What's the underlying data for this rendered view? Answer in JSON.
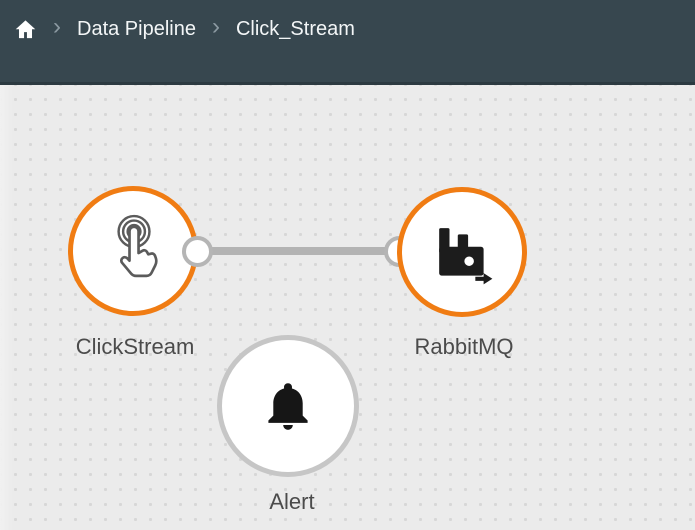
{
  "header": {
    "breadcrumb": {
      "separator": "›",
      "home_icon": "home",
      "items": [
        {
          "label": "Data Pipeline"
        },
        {
          "label": "Click_Stream"
        }
      ]
    }
  },
  "canvas": {
    "nodes": [
      {
        "label": "ClickStream",
        "icon": "touch-click-icon",
        "border_color": "#f07c13"
      },
      {
        "label": "RabbitMQ",
        "icon": "rabbitmq-icon",
        "border_color": "#f07c13"
      },
      {
        "label": "Alert",
        "icon": "bell-icon",
        "border_color": "#c6c6c6"
      }
    ],
    "connections": [
      {
        "from": "ClickStream",
        "to": "RabbitMQ"
      }
    ]
  },
  "colors": {
    "accent-orange": "#f07c13",
    "header-bg": "#37474f",
    "canvas-bg": "#ebebeb",
    "node-gray-border": "#c6c6c6",
    "connection-line": "#b3b3b3"
  }
}
